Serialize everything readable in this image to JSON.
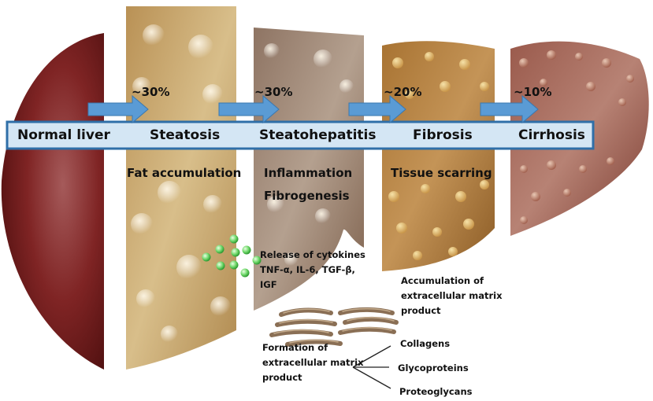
{
  "stages": [
    {
      "label": "Normal liver"
    },
    {
      "label": "Steatosis"
    },
    {
      "label": "Steatohepatitis"
    },
    {
      "label": "Fibrosis"
    },
    {
      "label": "Cirrhosis"
    }
  ],
  "progression": [
    "~30%",
    "~30%",
    "~20%",
    "~10%"
  ],
  "descriptions": {
    "steatosis": "Fat accumulation",
    "steatohepatitis_1": "Inflammation",
    "steatohepatitis_2": "Fibrogenesis",
    "fibrosis": "Tissue scarring"
  },
  "cytokines": {
    "line1": "Release of cytokines",
    "line2": "TNF-α, IL-6, TGF-β,",
    "line3": "IGF"
  },
  "accumulation": {
    "line1": "Accumulation of",
    "line2": "extracellular matrix",
    "line3": "product"
  },
  "formation": {
    "line1": "Formation of",
    "line2": "extracellular matrix",
    "line3": "product"
  },
  "ecm_components": [
    "Collagens",
    "Glycoproteins",
    "Proteoglycans"
  ],
  "colors": {
    "normal": "#7a1f1f",
    "steatosis": "#c9a66b",
    "steatohepatitis": "#9c7e6a",
    "fibrosis": "#a8783a",
    "cirrhosis": "#8a4a3f",
    "bar_fill": "#d4e6f4",
    "bar_border": "#2f6fa8",
    "arrow": "#5a9bd5"
  }
}
